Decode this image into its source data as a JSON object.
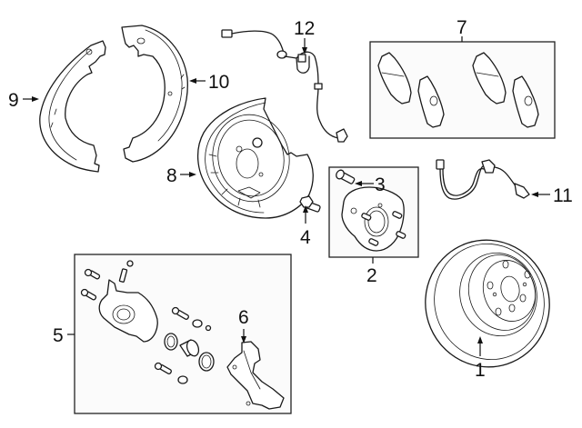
{
  "diagram": {
    "type": "exploded-parts-diagram",
    "subject": "Rear brake components",
    "callouts": [
      {
        "id": "1",
        "label": "1",
        "part": "brake-rotor"
      },
      {
        "id": "2",
        "label": "2",
        "part": "hub-bearing-assembly"
      },
      {
        "id": "3",
        "label": "3",
        "part": "wheel-stud"
      },
      {
        "id": "4",
        "label": "4",
        "part": "hub-bolt"
      },
      {
        "id": "5",
        "label": "5",
        "part": "caliper-assembly"
      },
      {
        "id": "6",
        "label": "6",
        "part": "caliper-support-bracket"
      },
      {
        "id": "7",
        "label": "7",
        "part": "brake-pad-set"
      },
      {
        "id": "8",
        "label": "8",
        "part": "backing-plate"
      },
      {
        "id": "9",
        "label": "9",
        "part": "parking-brake-shoe-front"
      },
      {
        "id": "10",
        "label": "10",
        "part": "parking-brake-shoe-rear"
      },
      {
        "id": "11",
        "label": "11",
        "part": "brake-hose"
      },
      {
        "id": "12",
        "label": "12",
        "part": "abs-sensor"
      }
    ],
    "colors": {
      "line": "#1a1a1a",
      "background": "#ffffff",
      "box_fill": "#fbfbfb"
    }
  }
}
